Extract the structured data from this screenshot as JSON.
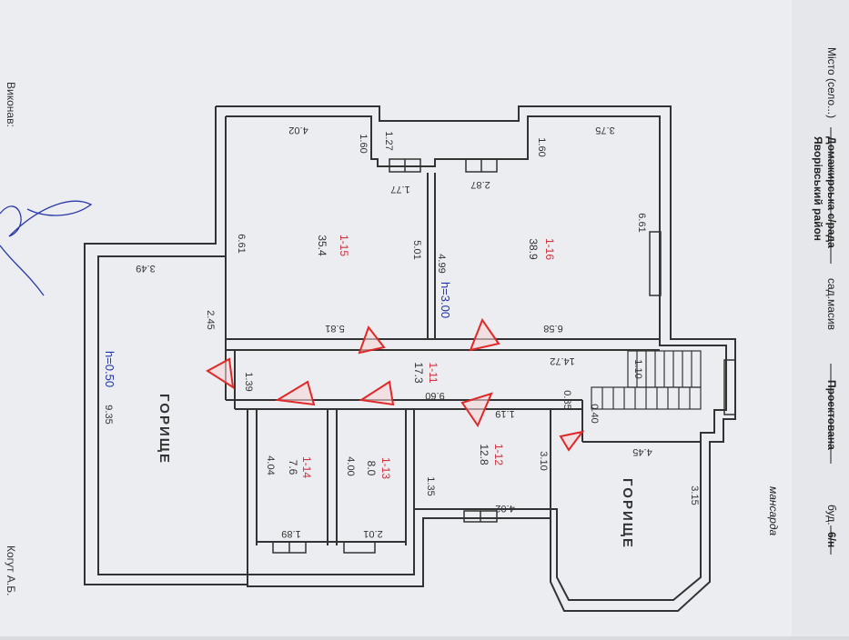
{
  "side_text": {
    "locality_label": "Місто (село...)",
    "locality_value": "Домажирська с/рада",
    "district": "Яворівський район",
    "street_type": "сад.масив",
    "street_name": "Проектована",
    "building_label": "буд.",
    "building_number": "6/н",
    "floor": "мансарда",
    "performer_label": "Виконав:",
    "performer_name": "Когут А.Б."
  },
  "rooms": [
    {
      "id": "r15",
      "number": "1-15",
      "area": "35.4",
      "dim_w": "4.02",
      "dim_h1": "6.61",
      "dim_h2": "5.01",
      "dim_b": "5.81",
      "dim_n": "1.60"
    },
    {
      "id": "r16",
      "number": "1-16",
      "area": "38.9",
      "dim_w": "3.75",
      "dim_h1": "6.61",
      "dim_h2": "4.99",
      "dim_b": "6.58",
      "dim_n": "1.60"
    },
    {
      "id": "r11",
      "number": "1-11",
      "area": "17.3",
      "dim_len": "9.60",
      "dim_w": "1.39"
    },
    {
      "id": "r12",
      "number": "1-12",
      "area": "12.8",
      "dim_h": "3.10",
      "dim_b": "4.02",
      "dim_s": "1.35",
      "dim_t": "1.19"
    },
    {
      "id": "r13",
      "number": "1-13",
      "area": "8.0",
      "dim_h": "4.00",
      "dim_b": "2.01"
    },
    {
      "id": "r14",
      "number": "1-14",
      "area": "7.6",
      "dim_h": "4.04",
      "dim_b": "1.89"
    }
  ],
  "extra_dims": {
    "d127": "1.27",
    "d177": "1.77",
    "d287": "2.87",
    "d1472": "14.72",
    "d110": "1.10",
    "d085": "0.85",
    "d040": "0.40",
    "d445": "4.45",
    "d315": "3.15",
    "d349": "3.49",
    "d245": "2.45",
    "d935": "9.35"
  },
  "heights": {
    "main": "h=3.00",
    "attic": "h=0.50"
  },
  "labels": {
    "attic_big": "ГОРИЩЕ",
    "attic_small": "ГОРИЩЕ"
  },
  "colors": {
    "paper": "#ecedf0",
    "ink": "#333333",
    "blue": "#2233aa",
    "red": "#e02828",
    "room_red": "#d03040"
  }
}
